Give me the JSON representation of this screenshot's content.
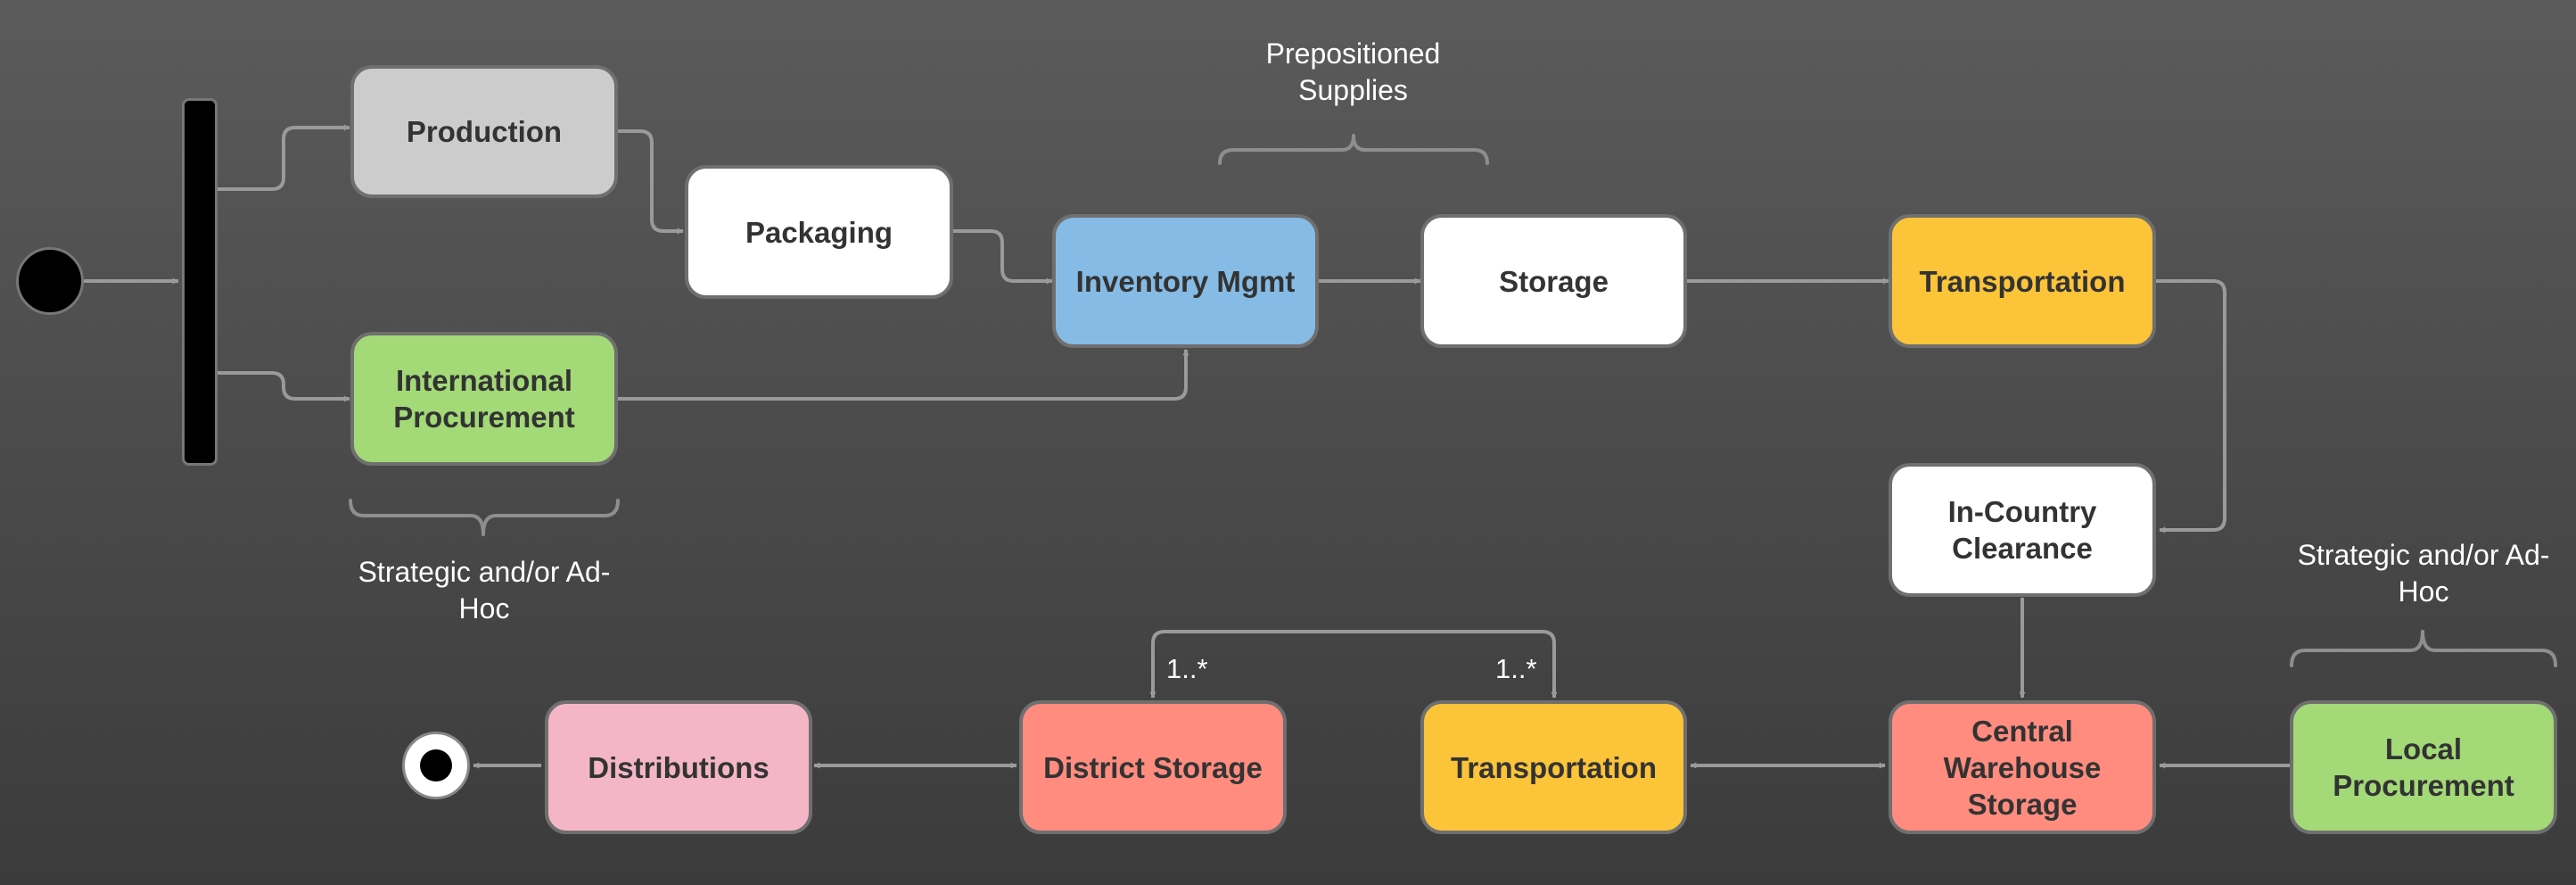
{
  "nodes": {
    "production": "Production",
    "packaging": "Packaging",
    "inventory": "Inventory Mgmt",
    "storage": "Storage",
    "transport_top": "Transportation",
    "intl_procurement": "International Procurement",
    "clearance": "In-Country Clearance",
    "local_procurement": "Local Procurement",
    "central_storage": "Central Warehouse Storage",
    "transport_bottom": "Transportation",
    "district_storage": "District Storage",
    "distributions": "Distributions"
  },
  "notes": {
    "prepositioned": "Prepositioned Supplies",
    "strategic_left": "Strategic and/or Ad-Hoc",
    "strategic_right": "Strategic and/or Ad-Hoc"
  },
  "multiplicities": {
    "district": "1..*",
    "transport": "1..*"
  },
  "colors": {
    "gray": "#cccccc",
    "white": "#ffffff",
    "blue": "#85bbe5",
    "yellow": "#fcc438",
    "green": "#a3d977",
    "salmon": "#ff8c7f",
    "pink": "#f4b6c7",
    "connector": "#9a9a9a"
  }
}
